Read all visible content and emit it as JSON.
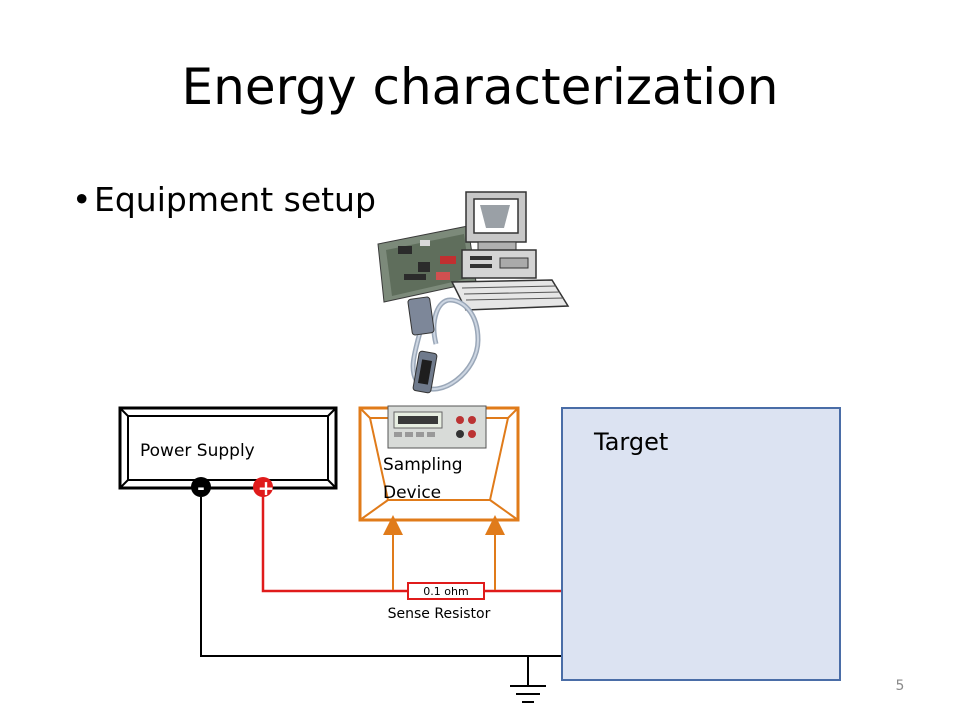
{
  "slide": {
    "title": "Energy characterization",
    "bullet": "Equipment setup",
    "page_number": "5"
  },
  "diagram": {
    "power_supply_label": "Power Supply",
    "sampling_device_line1": "Sampling",
    "sampling_device_line2": "Device",
    "target_label": "Target",
    "resistor_value": "0.1 ohm",
    "resistor_caption": "Sense Resistor",
    "terminal_negative": "-",
    "terminal_positive": "+",
    "icons": [
      "computer-icon",
      "daq-card-icon",
      "cable-icon",
      "multimeter-icon",
      "ground-icon"
    ],
    "colors": {
      "wire_black": "#000000",
      "wire_red": "#e01b1b",
      "sampling_orange": "#e07b1a",
      "target_fill": "#dce3f2",
      "target_border": "#4a6da7"
    }
  }
}
